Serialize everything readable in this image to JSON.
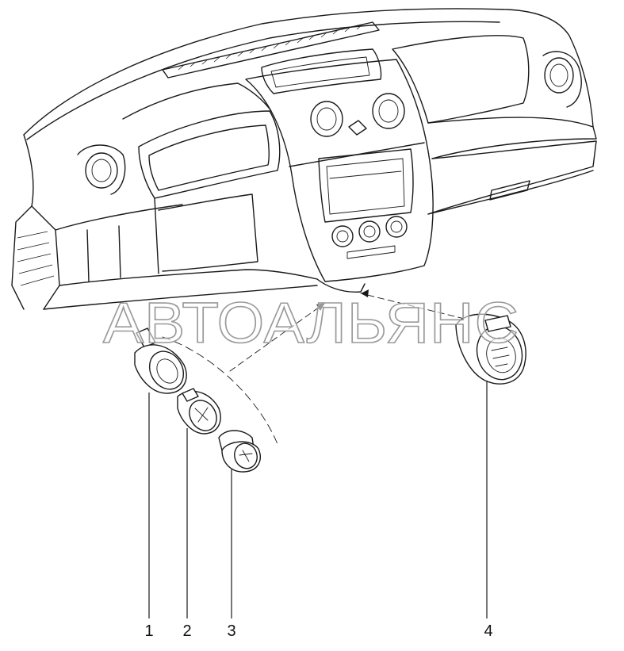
{
  "diagram": {
    "callouts": [
      {
        "id": "1",
        "label": "1"
      },
      {
        "id": "2",
        "label": "2"
      },
      {
        "id": "3",
        "label": "3"
      },
      {
        "id": "4",
        "label": "4"
      }
    ]
  },
  "watermark": {
    "text": "АВТОАЛЬЯНС"
  },
  "colors": {
    "line": "#1a1a1a",
    "background": "#ffffff",
    "watermark_outline": "#9a9a9a"
  }
}
